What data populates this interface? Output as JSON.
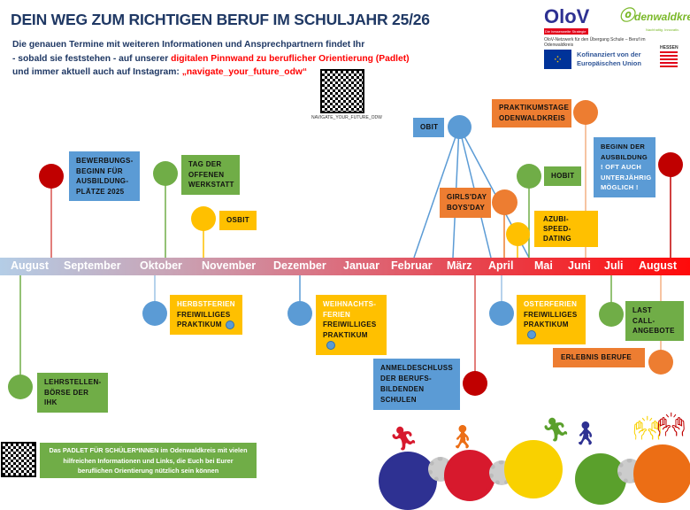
{
  "title": "DEIN WEG ZUM RICHTIGEN BERUF IM SCHULJAHR 25/26",
  "intro": {
    "line1": "Die genauen Termine mit weiteren Informationen und Ansprechpartnern findet Ihr",
    "line2_a": "- sobald sie feststehen - auf unserer ",
    "line2_b": "digitalen Pinnwand zu beruflicher Orientierung (Padlet)",
    "line3_a": "und immer aktuell auch auf Instagram: ",
    "line3_b": "„navigate_your_future_odw“"
  },
  "qr_caption": "NAVIGATE_YOUR_FUTURE_ODW",
  "logos": {
    "olov": "OloV",
    "olov_sub": "Die hessenweite Strategie",
    "olov_caption": "OloV-Netzwerk für den Übergang Schule – Beruf im Odenwaldkreis",
    "odenwald": "denwaldkreis",
    "odenwald_sub": "Nachhaltig. Innovativ.",
    "eu": "Kofinanziert von der Europäischen Union",
    "hessen": "HESSEN"
  },
  "months": [
    "August",
    "September",
    "Oktober",
    "November",
    "Dezember",
    "Januar",
    "Februar",
    "März",
    "April",
    "Mai",
    "Juni",
    "Juli",
    "August"
  ],
  "events": {
    "bewerbung": "BEWERBUNGS- BEGINN FÜR AUSBILDUNG- PLÄTZE 2025",
    "tag_werkstatt": "TAG DER OFFENEN WERKSTATT",
    "osbit": "OSBIT",
    "obit": "OBIT",
    "girlsday": "GIRLS'DAY BOYS'DAY",
    "azubi": "AZUBI-SPEED- DATING",
    "hobit": "HOBIT",
    "praktikumstage": "PRAKTIKUMSTAGE ODENWALDKREIS",
    "beginn": "BEGINN DER AUSBILDUNG",
    "beginn_note": "! OFT AUCH UNTERJÄHRIG MÖGLICH !",
    "herbst_title": "HERBSTFERIEN",
    "herbst_text": "FREIWILLIGES PRAKTIKUM",
    "weihnacht_title": "WEIHNACHTS- FERIEN",
    "weihnacht_text": "FREIWILLIGES PRAKTIKUM",
    "anmeldeschluss": "ANMELDESCHLUSS DER BERUFS- BILDENDEN SCHULEN",
    "oster_title": "OSTERFERIEN",
    "oster_text": "FREIWILLIGES PRAKTIKUM",
    "lastcall": "LAST CALL- ANGEBOTE",
    "erlebnis": "ERLEBNIS BERUFE",
    "lehrstellen": "LEHRSTELLEN- BÖRSE DER IHK"
  },
  "padlet_text": "Das PADLET FÜR SCHÜLER*INNEN im Odenwaldkreis mit vielen hilfreichen Informationen und Links, die Euch bei Eurer beruflichen Orientierung nützlich sein können",
  "colors": {
    "blue": "#5b9bd5",
    "orange": "#ed7d31",
    "green": "#70ad47",
    "yellow": "#ffc000",
    "red": "#c00000",
    "navy": "#1f3864"
  }
}
